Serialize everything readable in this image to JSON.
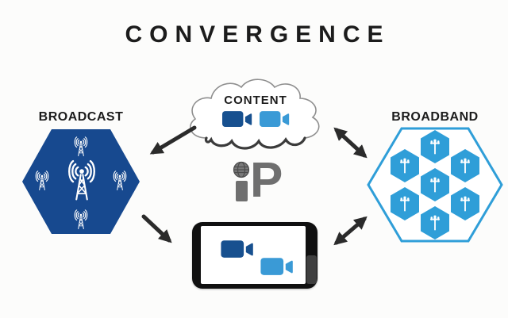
{
  "title": "CONVERGENCE",
  "colors": {
    "background": "#fcfcfb",
    "text_black": "#1c1c1c",
    "dark_blue": "#17498f",
    "light_blue": "#2f9ed8",
    "camera_dark": "#17508f",
    "camera_light": "#3a9ad6",
    "arrow": "#2b2b2b",
    "logo_gray": "#6f6f6f"
  },
  "cloud": {
    "label": "CONTENT",
    "icon": "cloud-icon",
    "cameras": [
      "dark-blue",
      "light-blue"
    ]
  },
  "broadcast": {
    "label": "BROADCAST",
    "icon": "broadcast-tower-icon",
    "small_antennas": 4
  },
  "broadband": {
    "label": "BROADBAND",
    "icon": "cell-tower-icon",
    "cells": 7
  },
  "logo": {
    "text": "iP",
    "p_letter": "P",
    "dot": "globe-icon"
  },
  "phone": {
    "icon": "smartphone-icon",
    "cameras": [
      "dark-blue",
      "light-blue"
    ]
  },
  "arrows": [
    {
      "between": [
        "content-cloud",
        "broadcast-hexagon"
      ],
      "heads": 1
    },
    {
      "between": [
        "content-cloud",
        "broadband-hexagon"
      ],
      "heads": 2
    },
    {
      "between": [
        "broadcast-hexagon",
        "smartphone"
      ],
      "heads": 1
    },
    {
      "between": [
        "smartphone",
        "broadband-hexagon"
      ],
      "heads": 2
    }
  ]
}
